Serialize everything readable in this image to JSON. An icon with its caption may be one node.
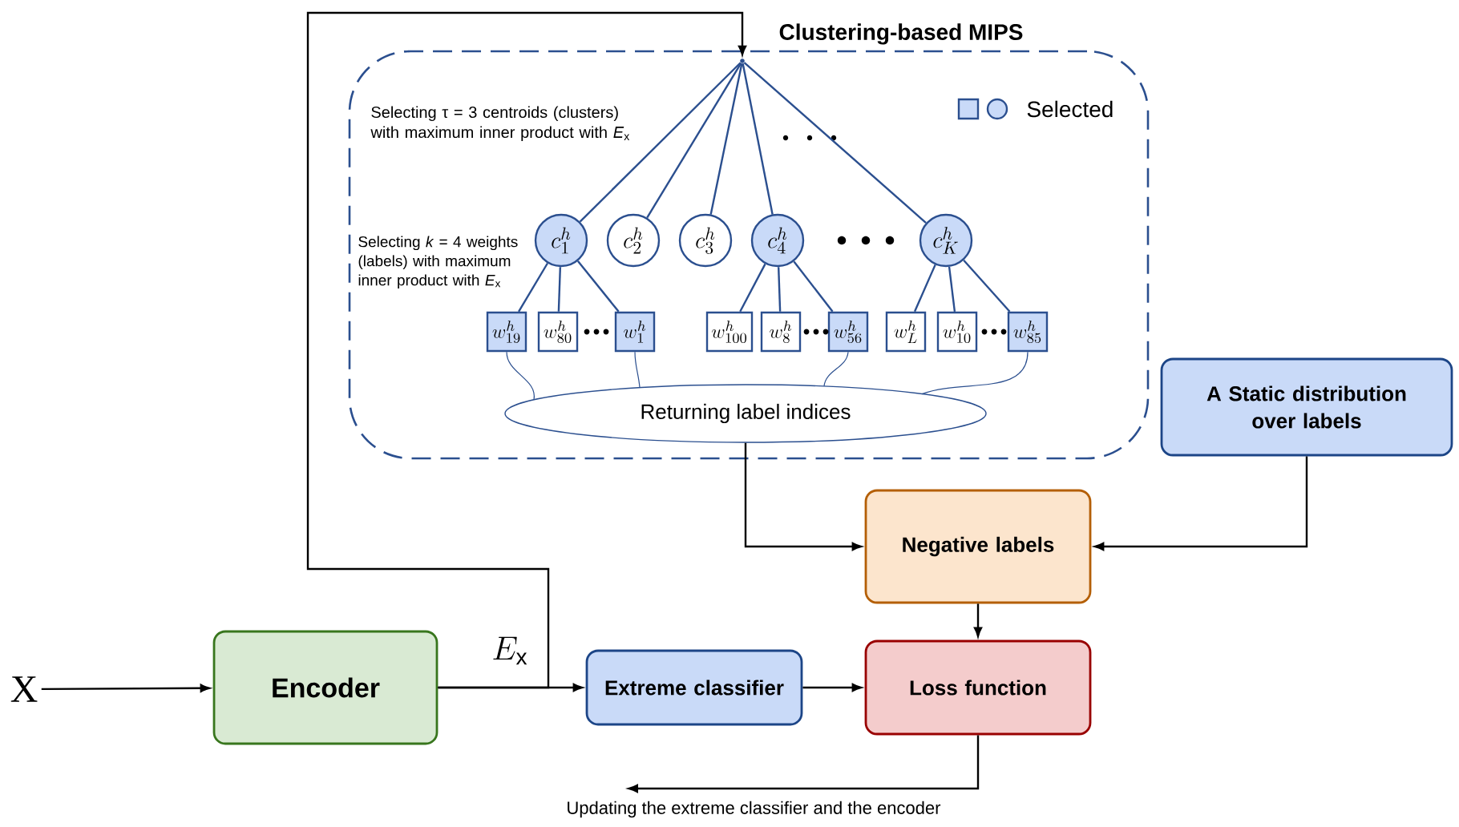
{
  "diagram": {
    "nodes": [
      {
        "text": [
          "Clustering-based MIPS"
        ]
      },
      {
        "text": [],
        "shape": "point",
        "in": 0
      },
      {
        "text": [
          "c_{1}^{h}"
        ],
        "in": 0
      },
      {
        "text": [
          "c_{2}^{h}"
        ],
        "in": 0
      },
      {
        "text": [
          "c_{3}^{h}"
        ],
        "in": 0
      },
      {
        "text": [
          "c_{4}^{h}"
        ],
        "in": 0
      },
      {
        "text": [
          "c_{K}^{h}"
        ],
        "in": 0
      },
      {
        "text": [
          "w_{19}^{h}"
        ],
        "in": 0
      },
      {
        "text": [
          "w_{80}^{h}"
        ],
        "in": 0
      },
      {
        "text": [
          "w_{1}^{h}"
        ],
        "in": 0
      },
      {
        "text": [
          "w_{100}^{h}"
        ],
        "in": 0
      },
      {
        "text": [
          "w_{8}^{h}"
        ],
        "in": 0
      },
      {
        "text": [
          "w_{56}^{h}"
        ],
        "in": 0
      },
      {
        "text": [
          "w_{L}^{h}"
        ],
        "in": 0
      },
      {
        "text": [
          "w_{10}^{h}"
        ],
        "in": 0
      },
      {
        "text": [
          "w_{85}^{h}"
        ],
        "in": 0
      },
      {
        "text": [
          "Returning label indices"
        ],
        "in": 0
      },
      {
        "text": [
          "A Static distribution over labels"
        ]
      },
      {
        "text": [
          "Negative labels"
        ]
      },
      {
        "text": [
          "X"
        ]
      },
      {
        "text": [
          "Encoder"
        ]
      },
      {
        "text": [
          "Extreme classifier"
        ]
      },
      {
        "text": [
          "Loss function"
        ]
      }
    ],
    "edges": [
      {
        "from": 1,
        "to": 2,
        "arrow": "none",
        "color": "#2b4f8f"
      },
      {
        "from": 1,
        "to": 3,
        "arrow": "none",
        "color": "#2b4f8f"
      },
      {
        "from": 1,
        "to": 4,
        "arrow": "none",
        "color": "#2b4f8f"
      },
      {
        "from": 1,
        "to": 5,
        "arrow": "none",
        "color": "#2b4f8f"
      },
      {
        "from": 1,
        "to": 6,
        "arrow": "none",
        "color": "#2b4f8f"
      },
      {
        "from": 2,
        "to": 7,
        "arrow": "none",
        "color": "#2b4f8f"
      },
      {
        "from": 2,
        "to": 8,
        "arrow": "none",
        "color": "#2b4f8f"
      },
      {
        "from": 2,
        "to": 9,
        "arrow": "none",
        "color": "#2b4f8f"
      },
      {
        "from": 5,
        "to": 10,
        "arrow": "none",
        "color": "#2b4f8f"
      },
      {
        "from": 5,
        "to": 11,
        "arrow": "none",
        "color": "#2b4f8f"
      },
      {
        "from": 5,
        "to": 12,
        "arrow": "none",
        "color": "#2b4f8f"
      },
      {
        "from": 6,
        "to": 13,
        "arrow": "none",
        "color": "#2b4f8f"
      },
      {
        "from": 6,
        "to": 14,
        "arrow": "none",
        "color": "#2b4f8f"
      },
      {
        "from": 6,
        "to": 15,
        "arrow": "none",
        "color": "#2b4f8f"
      },
      {
        "from": 7,
        "to": 16,
        "arrow": "none",
        "color": "#2b4f8f"
      },
      {
        "from": 9,
        "to": 16,
        "arrow": "none",
        "color": "#2b4f8f"
      },
      {
        "from": 12,
        "to": 16,
        "arrow": "none",
        "color": "#2b4f8f"
      },
      {
        "from": 15,
        "to": 16,
        "arrow": "none",
        "color": "#2b4f8f"
      },
      {
        "from": 19,
        "to": 20,
        "arrow": "to",
        "color": "#000000"
      },
      {
        "from": 20,
        "to": 21,
        "arrow": "to",
        "color": "#000000",
        "label": "E_{\\mathrm{x}}"
      },
      {
        "from": 20,
        "to": 1,
        "arrow": "to",
        "color": "#000000"
      },
      {
        "from": 16,
        "to": 18,
        "arrow": "to",
        "color": "#000000"
      },
      {
        "from": 17,
        "to": 18,
        "arrow": "to",
        "color": "#000000"
      },
      {
        "from": 18,
        "to": 22,
        "arrow": "to",
        "color": "#000000"
      },
      {
        "from": 21,
        "to": 22,
        "arrow": "to",
        "color": "#000000"
      },
      {
        "from": 22,
        "to": null,
        "arrow": "to",
        "color": "#000000",
        "label": "Updating the extreme classifier and the encoder"
      }
    ],
    "labels": [
      "Selecting τ = 3 centroids (clusters) with maximum inner product with *E*$_{x}$",
      "Selecting *k* = 4 weights (labels) with maximum inner product with *E*$_{x}$"
    ],
    "legend": [
      {
        "text": "Selected"
      }
    ]
  }
}
